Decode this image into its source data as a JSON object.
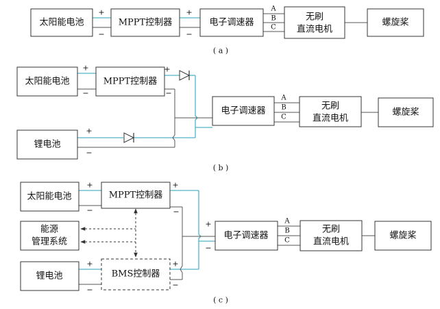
{
  "blocks": {
    "solar": "太阳能电池",
    "mppt": "MPPT控制器",
    "esc": "电子调速器",
    "motor_line1": "无刷",
    "motor_line2": "直流电机",
    "propeller": "螺旋桨",
    "battery": "锂电池",
    "ems_line1": "能源",
    "ems_line2": "管理系统",
    "bms": "BMS控制器"
  },
  "signs": {
    "plus": "+",
    "minus": "−"
  },
  "phases": [
    "A",
    "B",
    "C"
  ],
  "captions": {
    "a": "( a )",
    "b": "( b )",
    "c": "( c )"
  },
  "colors": {
    "positive_wire": "#4fb3c8",
    "wire": "#555555",
    "block_border": "#333333"
  }
}
